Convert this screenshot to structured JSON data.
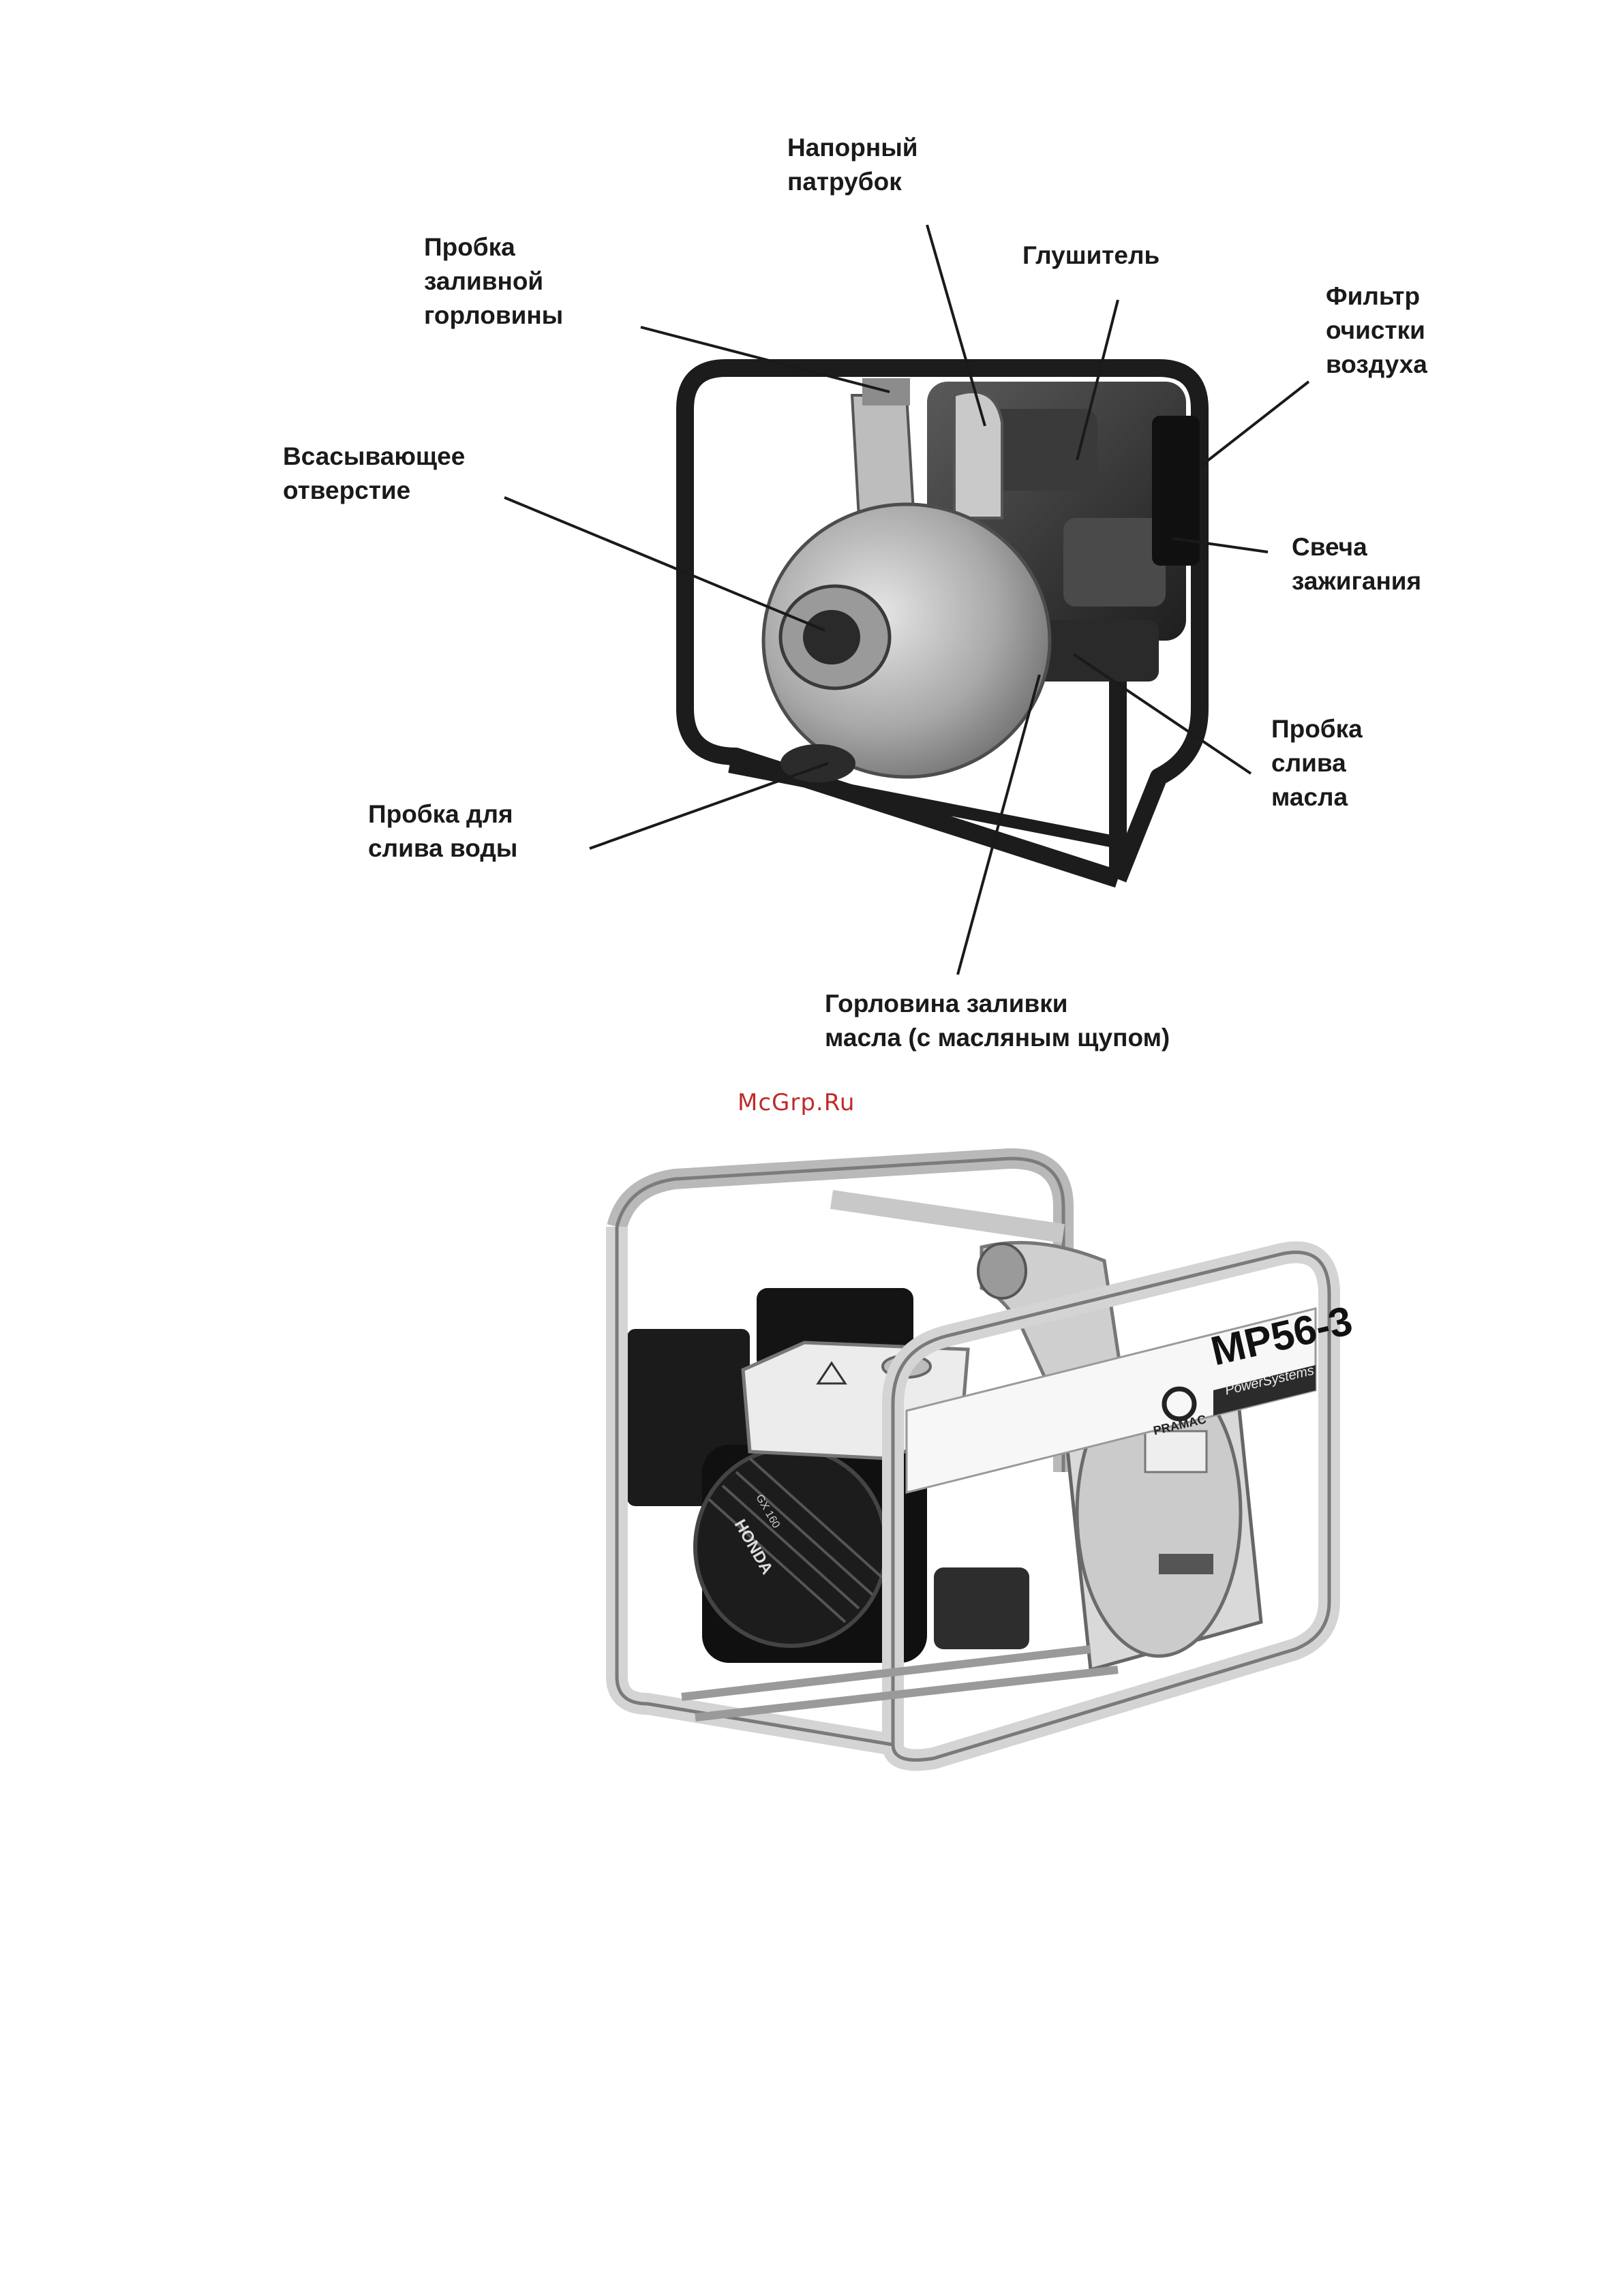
{
  "diagram": {
    "labels": {
      "discharge": [
        "Напорный",
        "патрубок"
      ],
      "muffler": [
        "Глушитель"
      ],
      "filler_cap": [
        "Пробка",
        "заливной",
        "горловины"
      ],
      "air_filter": [
        "Фильтр",
        "очистки",
        "воздуха"
      ],
      "suction": [
        "Всасывающее",
        "отверстие"
      ],
      "spark_plug": [
        "Свеча",
        "зажигания"
      ],
      "oil_drain": [
        "Пробка",
        "слива",
        "масла"
      ],
      "water_drain": [
        "Пробка для",
        "слива воды"
      ],
      "oil_filler": [
        "Горловина заливки",
        "масла (с масляным щупом)"
      ]
    }
  },
  "watermark": "McGrp.Ru",
  "product_photo": {
    "brand": "PRAMAC",
    "model": "MP56-3",
    "model_sub": "PowerSystems",
    "engine_brand": "HONDA",
    "engine_model": "GX 160"
  }
}
